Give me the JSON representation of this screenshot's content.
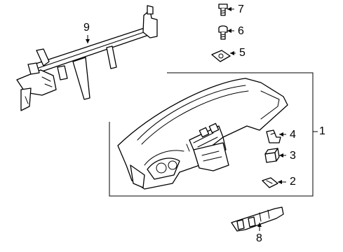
{
  "diagram": {
    "callouts": [
      {
        "id": "1",
        "label": "1"
      },
      {
        "id": "2",
        "label": "2"
      },
      {
        "id": "3",
        "label": "3"
      },
      {
        "id": "4",
        "label": "4"
      },
      {
        "id": "5",
        "label": "5"
      },
      {
        "id": "6",
        "label": "6"
      },
      {
        "id": "7",
        "label": "7"
      },
      {
        "id": "8",
        "label": "8"
      },
      {
        "id": "9",
        "label": "9"
      }
    ],
    "parts": [
      {
        "callout": "1",
        "icon": "instrument-panel-icon"
      },
      {
        "callout": "2",
        "icon": "clip-icon"
      },
      {
        "callout": "3",
        "icon": "retainer-icon"
      },
      {
        "callout": "4",
        "icon": "bracket-clip-icon"
      },
      {
        "callout": "5",
        "icon": "nut-icon"
      },
      {
        "callout": "6",
        "icon": "screw-icon"
      },
      {
        "callout": "7",
        "icon": "bolt-icon"
      },
      {
        "callout": "8",
        "icon": "lower-bracket-icon"
      },
      {
        "callout": "9",
        "icon": "reinforcement-beam-icon"
      }
    ]
  }
}
